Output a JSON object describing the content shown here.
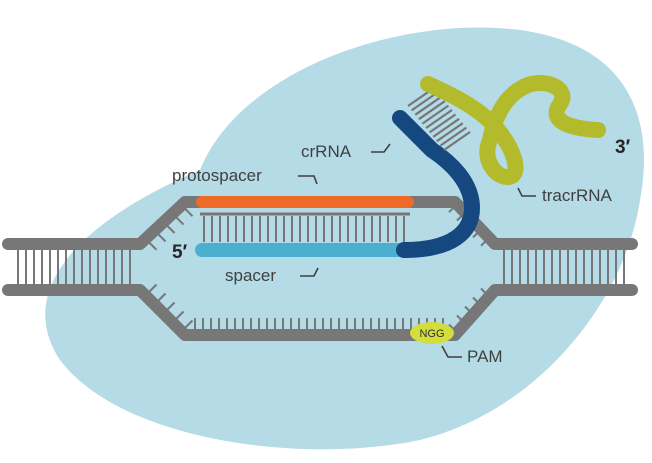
{
  "labels": {
    "protospacer": "protospacer",
    "spacer": "spacer",
    "crRNA": "crRNA",
    "tracrRNA": "tracrRNA",
    "PAM": "PAM",
    "NGG": "NGG",
    "five_prime": "5′",
    "three_prime": "3′"
  },
  "colors": {
    "cas9_blob": "#b4dbe6",
    "dna_backbone": "#777777",
    "protospacer": "#ee6a26",
    "spacer": "#4bb0cf",
    "crRNA": "#15487f",
    "tracrRNA": "#b3bb2d",
    "pam": "#d3de3c"
  }
}
